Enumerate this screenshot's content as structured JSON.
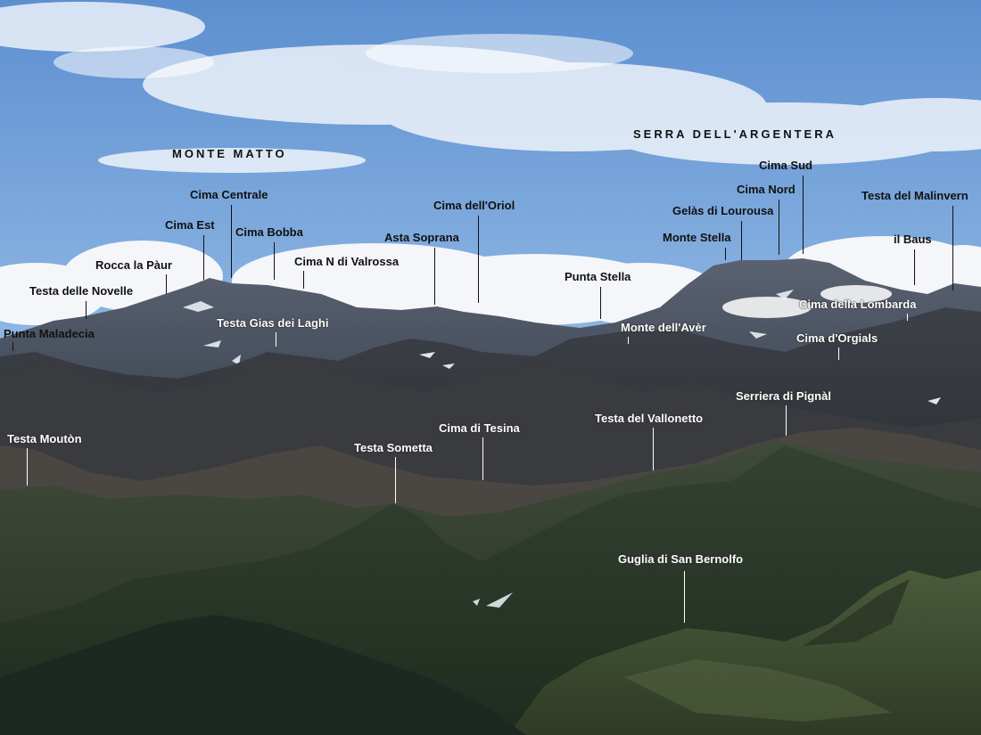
{
  "groups": {
    "monte_matto": "MONTE MATTO",
    "serra_argentera": "SERRA DELL'ARGENTERA"
  },
  "peaks": {
    "punta_maladecia": "Punta Maladecia",
    "testa_delle_novelle": "Testa delle Novelle",
    "rocca_la_paur": "Rocca la Pàur",
    "cima_est": "Cima Est",
    "cima_centrale": "Cima Centrale",
    "cima_bobba": "Cima Bobba",
    "cima_n_valrossa": "Cima N di Valrossa",
    "asta_soprana": "Asta Soprana",
    "cima_oriol": "Cima dell'Oriol",
    "punta_stella": "Punta Stella",
    "monte_stella": "Monte Stella",
    "gelas_lourousa": "Gelàs di Lourousa",
    "cima_nord": "Cima Nord",
    "cima_sud": "Cima Sud",
    "testa_malinvern": "Testa del Malinvern",
    "il_baus": "il Baus",
    "testa_gias_laghi": "Testa Gias dei Laghi",
    "monte_aver": "Monte dell'Avèr",
    "cima_lombarda": "Cima della Lombarda",
    "cima_orgials": "Cima d'Orgials",
    "serriera_pignal": "Serriera di Pignàl",
    "testa_mouton": "Testa Moutòn",
    "testa_sometta": "Testa Sometta",
    "cima_tesina": "Cima di Tesina",
    "testa_vallonetto": "Testa del Vallonetto",
    "guglia_san_bernolfo": "Guglia di San Bernolfo"
  }
}
